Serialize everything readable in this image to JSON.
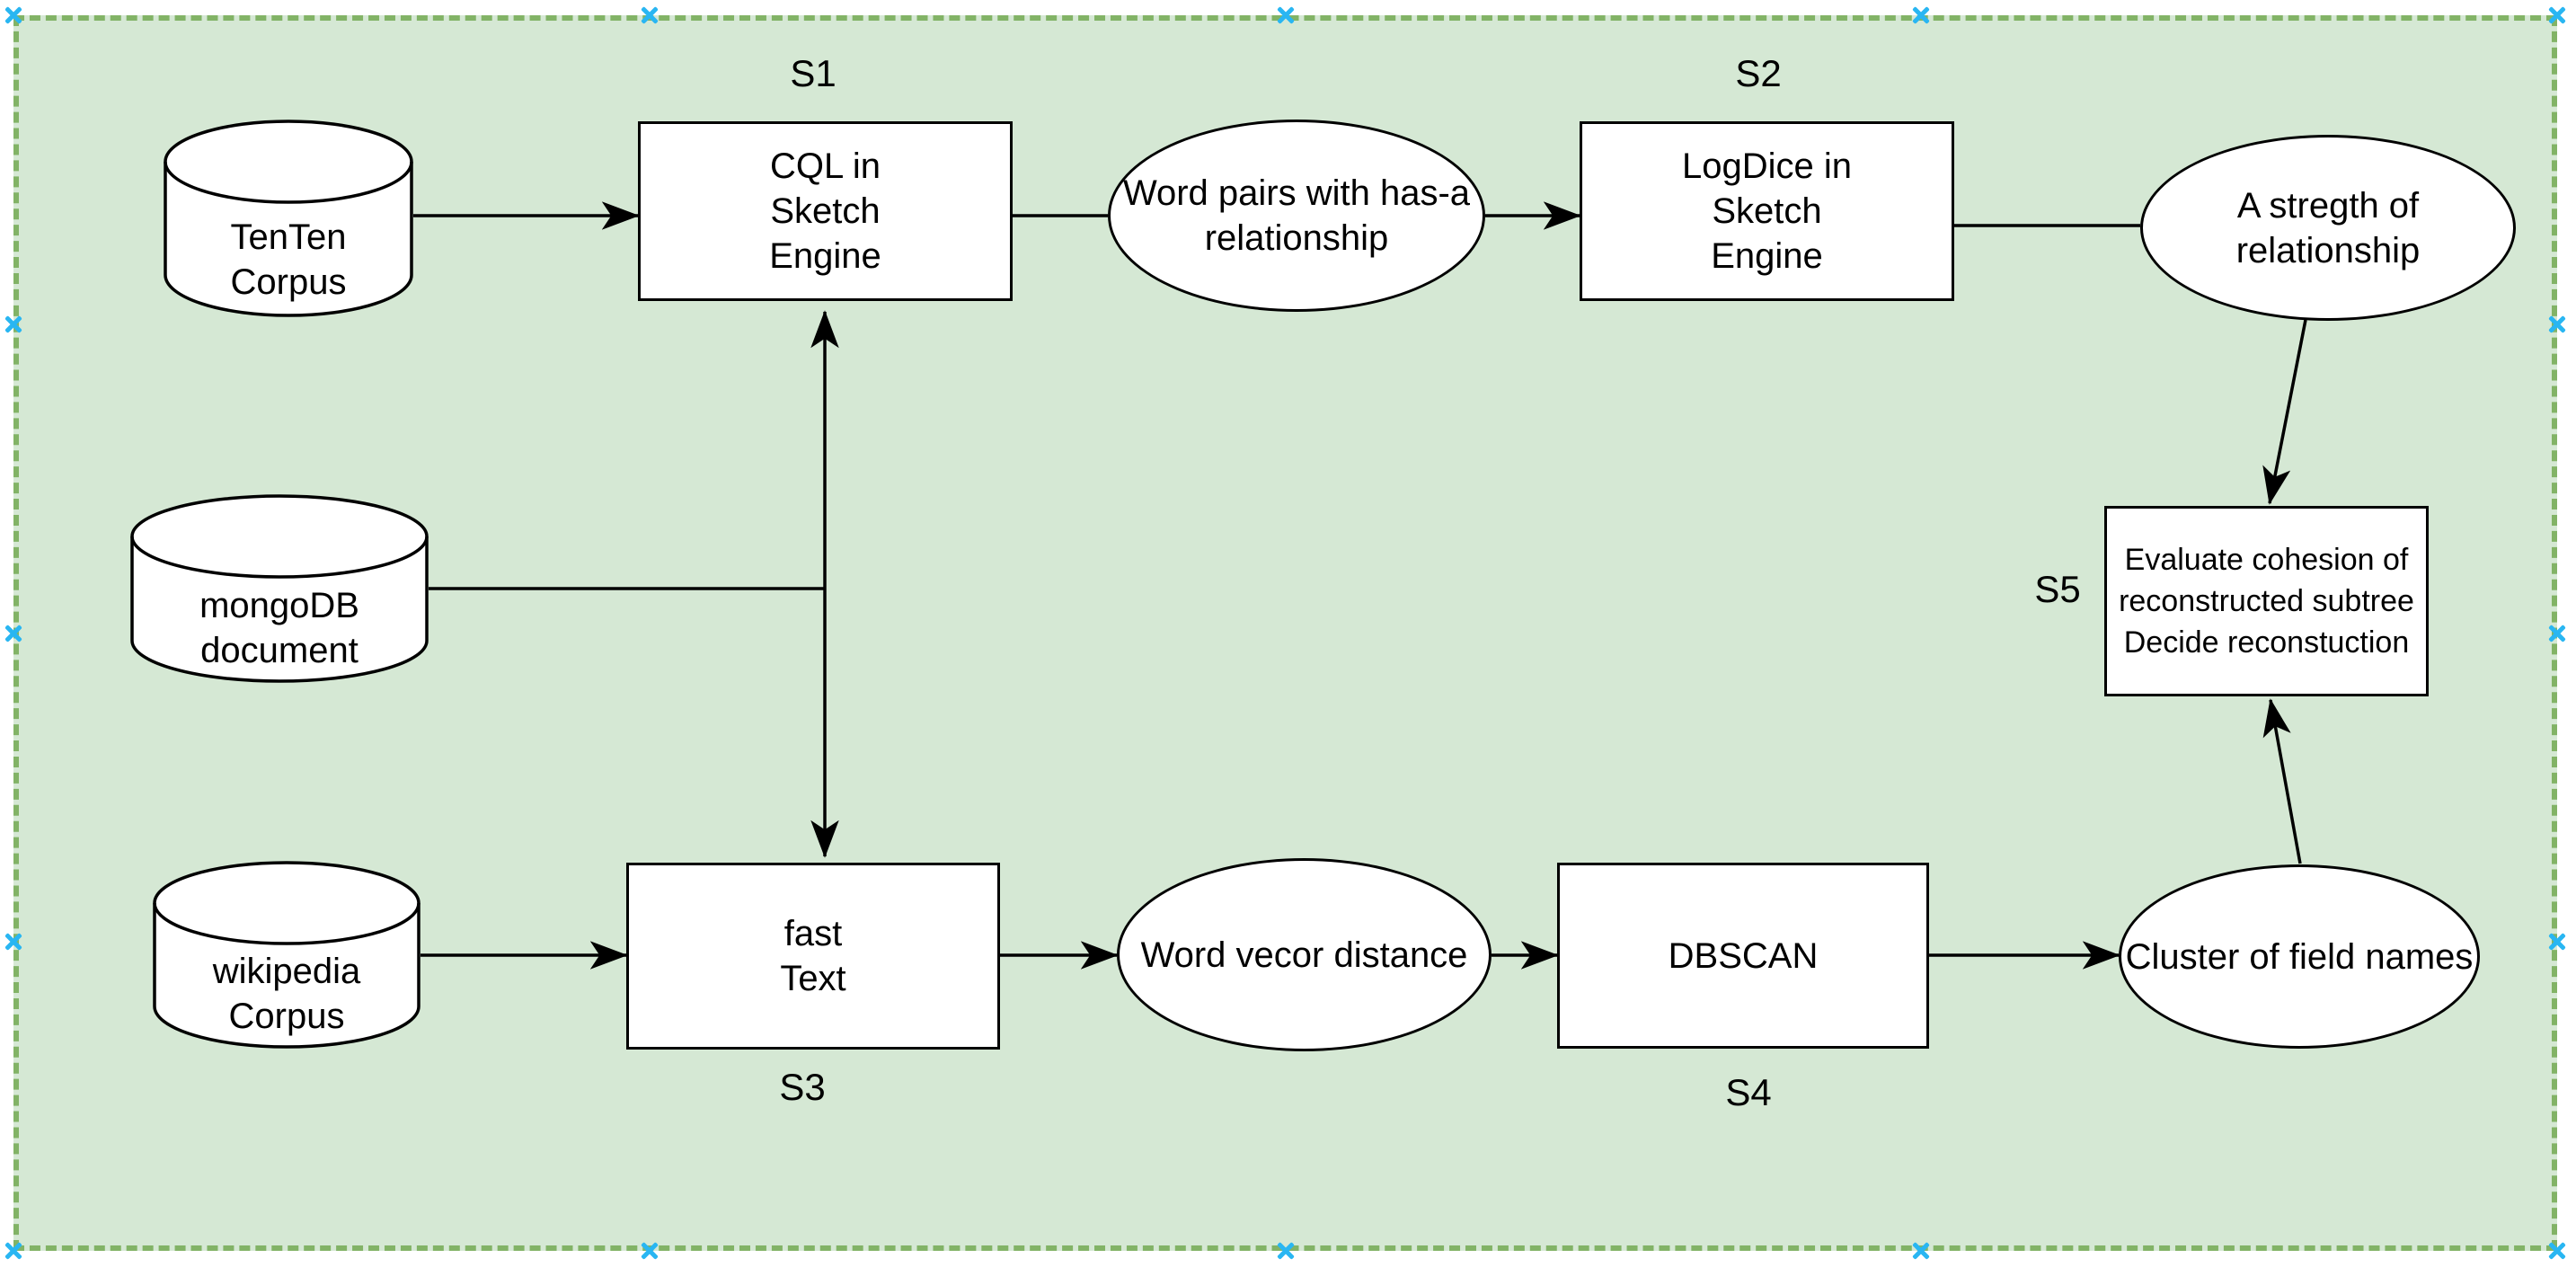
{
  "diagram": {
    "colors": {
      "page_bg": "#ffffff",
      "container_fill": "#d5e8d4",
      "container_stroke": "#82b366",
      "shape_fill": "#ffffff",
      "shape_stroke": "#000000",
      "edge_color": "#000000",
      "text_color": "#000000",
      "handle_color": "#29b6f2"
    },
    "nodes": {
      "tenten": {
        "shape": "cylinder",
        "label": "TenTen\nCorpus"
      },
      "mongodb": {
        "shape": "cylinder",
        "label": "mongoDB\ndocument"
      },
      "wikipedia": {
        "shape": "cylinder",
        "label": "wikipedia\nCorpus"
      },
      "s1": {
        "shape": "rectangle",
        "label": "CQL in\nSketch\nEngine"
      },
      "s2": {
        "shape": "rectangle",
        "label": "LogDice in\nSketch\nEngine"
      },
      "s3": {
        "shape": "rectangle",
        "label": "fast\nText"
      },
      "s4": {
        "shape": "rectangle",
        "label": "DBSCAN"
      },
      "s5": {
        "shape": "rectangle",
        "label": "Evaluate cohesion of\nreconstructed subtree\nDecide reconstuction"
      },
      "e1": {
        "shape": "ellipse",
        "label": "Word pairs with has-a\nrelationship"
      },
      "e2": {
        "shape": "ellipse",
        "label": "A stregth of\nrelationship"
      },
      "e3": {
        "shape": "ellipse",
        "label": "Word vecor distance"
      },
      "e4": {
        "shape": "ellipse",
        "label": "Cluster of field names"
      }
    },
    "stage_labels": {
      "s1": "S1",
      "s2": "S2",
      "s3": "S3",
      "s4": "S4",
      "s5": "S5"
    }
  }
}
